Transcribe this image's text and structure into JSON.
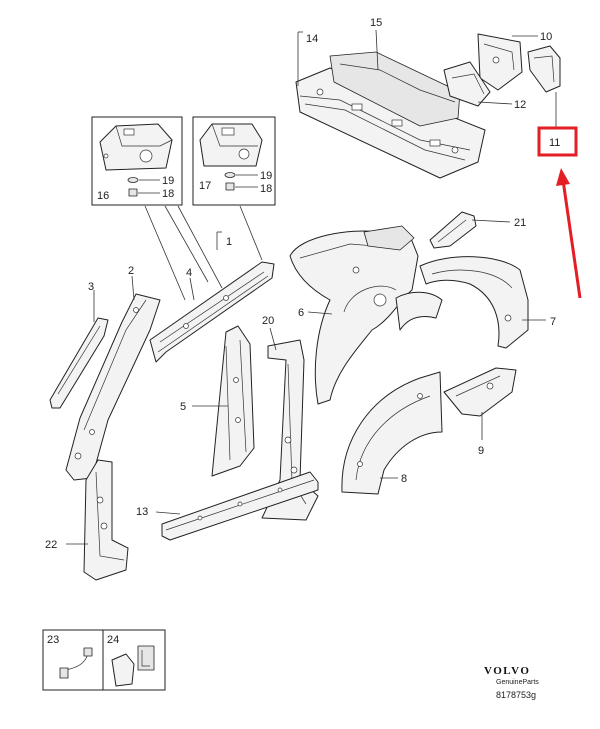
{
  "callouts": {
    "c1": "1",
    "c2": "2",
    "c3": "3",
    "c4": "4",
    "c5": "5",
    "c6": "6",
    "c7": "7",
    "c8": "8",
    "c9": "9",
    "c10": "10",
    "c11": "11",
    "c12": "12",
    "c13": "13",
    "c14": "14",
    "c15": "15",
    "c16": "16",
    "c17": "17",
    "c18a": "18",
    "c18b": "18",
    "c19a": "19",
    "c19b": "19",
    "c20": "20",
    "c21": "21",
    "c22": "22",
    "c23": "23",
    "c24": "24"
  },
  "brand": {
    "logo_text": "VOLVO",
    "sub_text": "GenuineParts",
    "code": "8178753g"
  },
  "colors": {
    "highlight": "#e31e24",
    "ink": "#222222"
  }
}
